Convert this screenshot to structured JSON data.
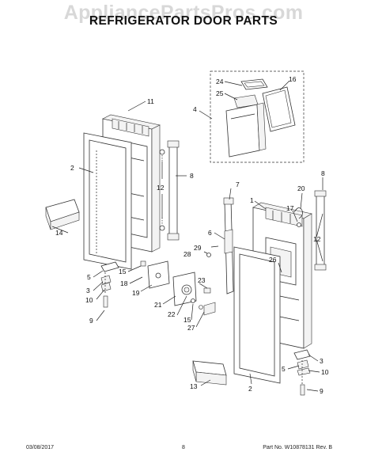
{
  "watermark": "AppliancePartsPros.com",
  "title": "REFRIGERATOR DOOR PARTS",
  "callouts": [
    {
      "id": "c-11a",
      "text": "11"
    },
    {
      "id": "c-2a",
      "text": "2"
    },
    {
      "id": "c-8a",
      "text": "8"
    },
    {
      "id": "c-12a",
      "text": "12"
    },
    {
      "id": "c-14",
      "text": "14"
    },
    {
      "id": "c-5a",
      "text": "5"
    },
    {
      "id": "c-3a",
      "text": "3"
    },
    {
      "id": "c-10a",
      "text": "10"
    },
    {
      "id": "c-9a",
      "text": "9"
    },
    {
      "id": "c-15a",
      "text": "15"
    },
    {
      "id": "c-18",
      "text": "18"
    },
    {
      "id": "c-19",
      "text": "19"
    },
    {
      "id": "c-21",
      "text": "21"
    },
    {
      "id": "c-22",
      "text": "22"
    },
    {
      "id": "c-15b",
      "text": "15"
    },
    {
      "id": "c-23",
      "text": "23"
    },
    {
      "id": "c-27",
      "text": "27"
    },
    {
      "id": "c-24",
      "text": "24"
    },
    {
      "id": "c-25",
      "text": "25"
    },
    {
      "id": "c-16",
      "text": "16"
    },
    {
      "id": "c-4",
      "text": "4"
    },
    {
      "id": "c-7",
      "text": "7"
    },
    {
      "id": "c-1",
      "text": "1"
    },
    {
      "id": "c-8b",
      "text": "8"
    },
    {
      "id": "c-20",
      "text": "20"
    },
    {
      "id": "c-17",
      "text": "17"
    },
    {
      "id": "c-12b",
      "text": "12"
    },
    {
      "id": "c-6",
      "text": "6"
    },
    {
      "id": "c-29",
      "text": "29"
    },
    {
      "id": "c-28",
      "text": "28"
    },
    {
      "id": "c-26",
      "text": "26"
    },
    {
      "id": "c-3b",
      "text": "3"
    },
    {
      "id": "c-5b",
      "text": "5"
    },
    {
      "id": "c-10b",
      "text": "10"
    },
    {
      "id": "c-13",
      "text": "13"
    },
    {
      "id": "c-2b",
      "text": "2"
    },
    {
      "id": "c-9b",
      "text": "9"
    }
  ],
  "footer": {
    "date": "03/08/2017",
    "page": "8",
    "part": "Part No. W10878131  Rev. B"
  }
}
